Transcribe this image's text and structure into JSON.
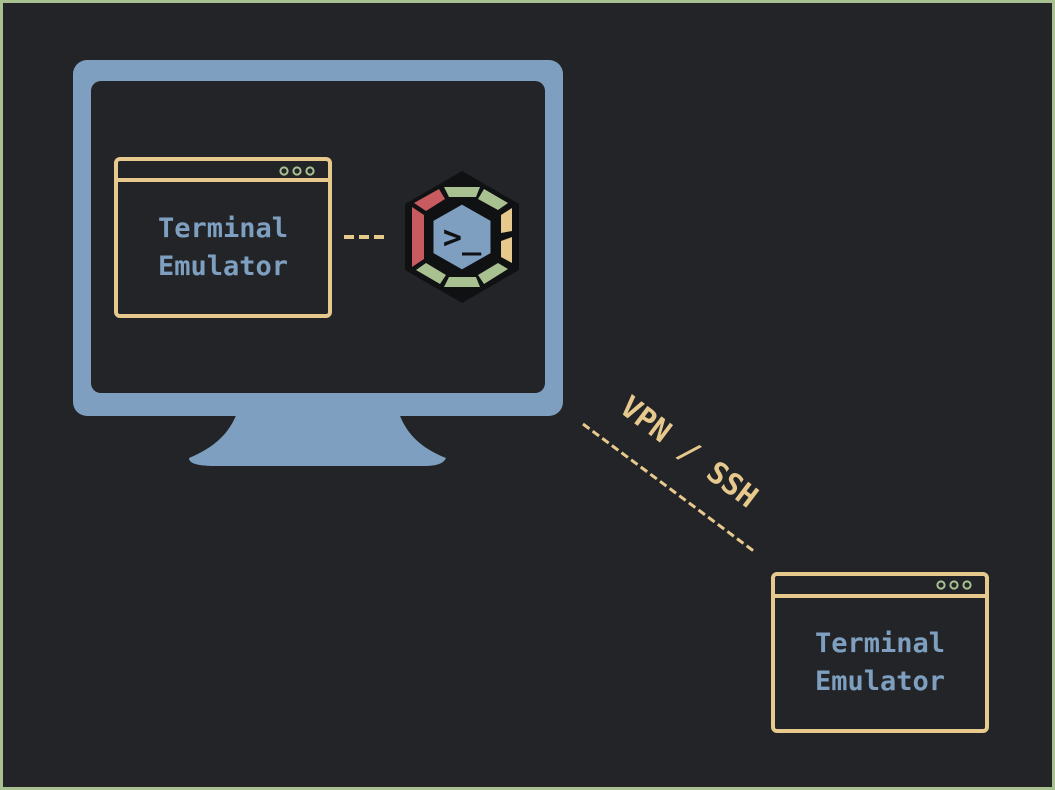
{
  "colors": {
    "background": "#222427",
    "frame_border": "#a9c091",
    "monitor": "#7e9fc0",
    "window_border": "#e7c98e",
    "window_dots": "#a9c091",
    "label_text": "#7e9fc0",
    "connection": "#e7c98e",
    "logo_red": "#c75b5f",
    "logo_yellow": "#e7c98e",
    "logo_green": "#a9c091",
    "logo_blue": "#7e9fc0",
    "logo_outline": "#101113"
  },
  "monitor": {
    "icon": "desktop-monitor-icon"
  },
  "local_terminal": {
    "line1": "Terminal",
    "line2": "Emulator"
  },
  "remote_terminal": {
    "line1": "Terminal",
    "line2": "Emulator"
  },
  "connection": {
    "label": "VPN / SSH"
  },
  "logo": {
    "icon": "terminal-prompt-hexagon-icon",
    "glyph": ">_"
  }
}
